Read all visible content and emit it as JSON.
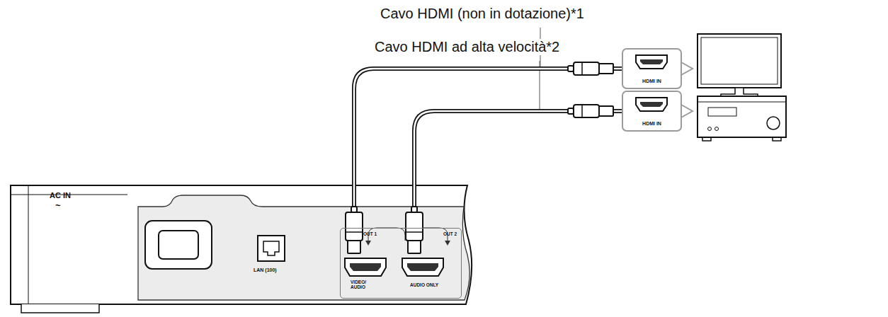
{
  "diagram": {
    "nodes": [
      {
        "text": [
          "HDMI IN"
        ]
      },
      {
        "text": [
          "HDMI IN"
        ]
      },
      {
        "text": [
          "OUT 1",
          "OUT 2",
          "VIDEO/ AUDIO",
          "AUDIO ONLY"
        ]
      }
    ],
    "edges": [
      {
        "from": 2,
        "to": 0,
        "arrow": "none",
        "label": "Cavo HDMI (non in dotazione)*1"
      },
      {
        "from": 2,
        "to": 1,
        "arrow": "none",
        "label": "Cavo HDMI ad alta velocità*2"
      }
    ],
    "labels": [
      "AC IN",
      "~",
      "LAN (100)"
    ]
  }
}
